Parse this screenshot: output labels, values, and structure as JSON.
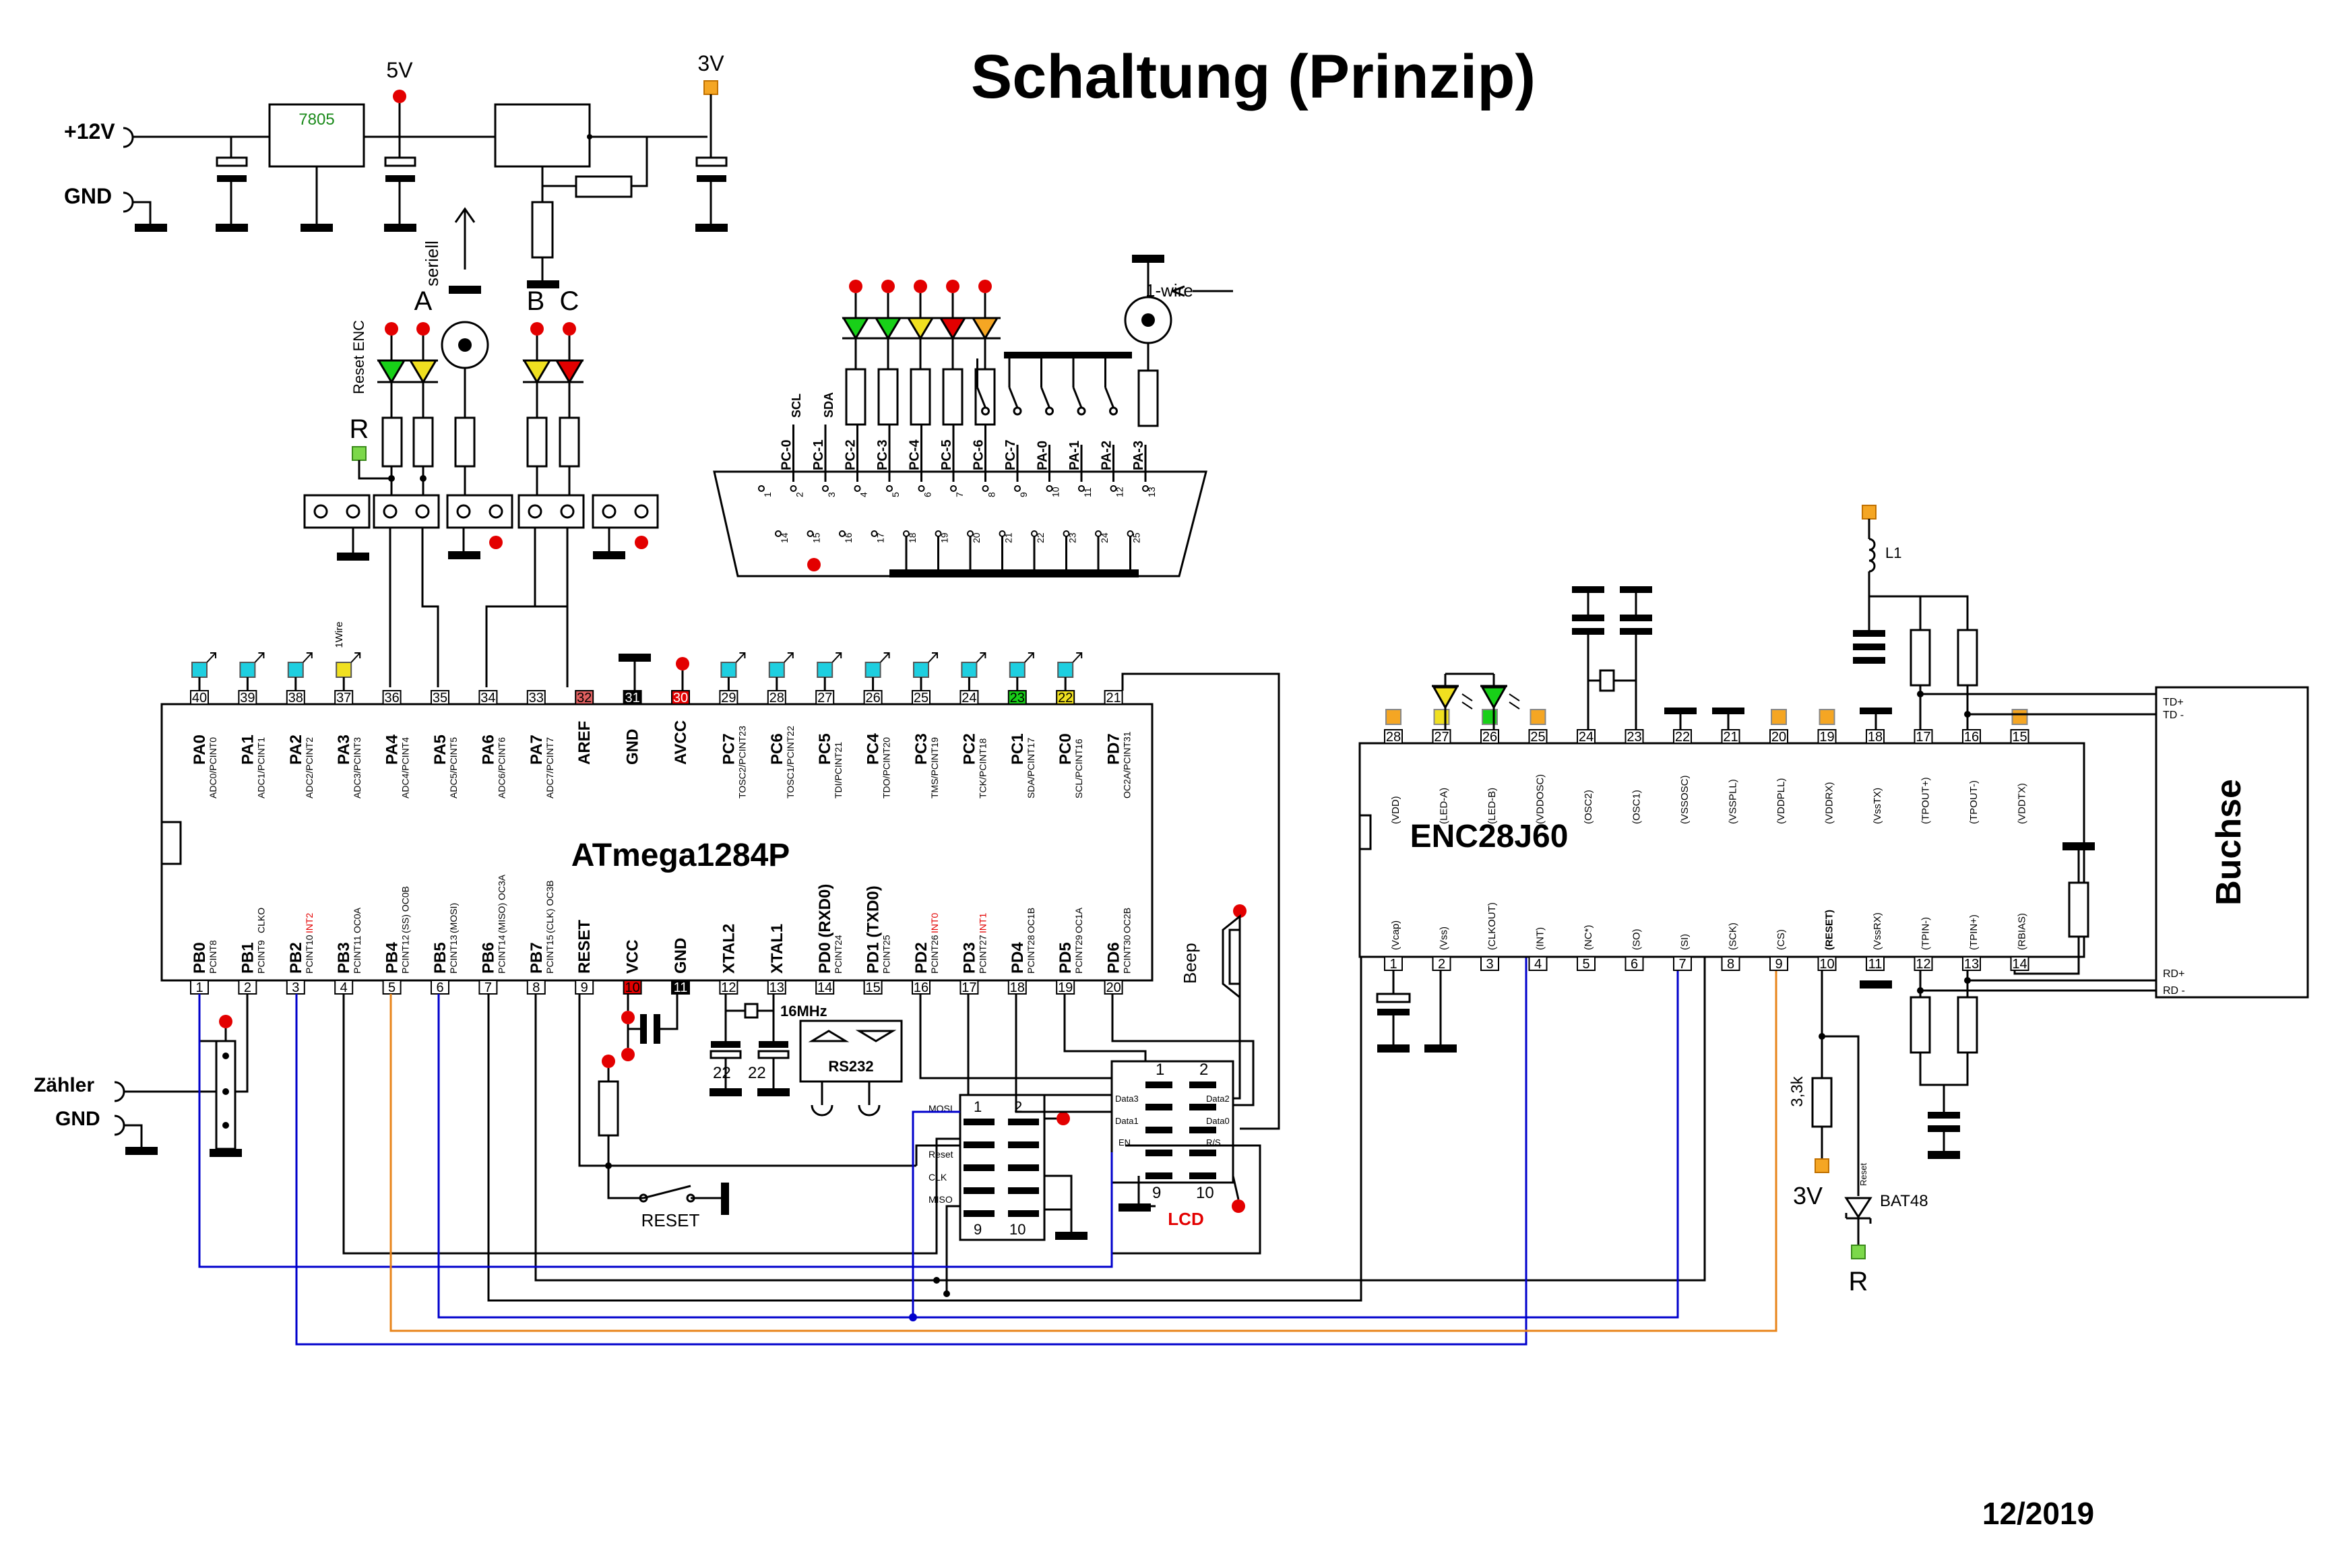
{
  "title": "Schaltung (Prinzip)",
  "date": "12/2019",
  "power": {
    "in_label": "+12V",
    "gnd_label": "GND",
    "regulator": "7805",
    "v5": "5V",
    "v3": "3V"
  },
  "labels": {
    "seriell": "seriell",
    "reset_enc": "Reset ENC",
    "r_label": "R",
    "a_label": "A",
    "b_label": "B",
    "c_label": "C",
    "onewire": "1-wire",
    "onewire_small": "1Wire",
    "scl": "SCL",
    "sda": "SDA",
    "zaehler": "Zähler",
    "gnd2": "GND",
    "reset_btn": "RESET",
    "crystal": "16MHz",
    "cap22a": "22",
    "cap22b": "22",
    "rs232": "RS232",
    "beep": "Beep",
    "lcd": "LCD",
    "l1": "L1",
    "r33k": "3,3k",
    "v3b": "3V",
    "bat48": "BAT48",
    "reset_small": "Reset",
    "r_bottom": "R",
    "buchse": "Buchse",
    "td_plus": "TD+",
    "td_minus": "TD -",
    "rd_plus": "RD+",
    "rd_minus": "RD -"
  },
  "atmega": {
    "name": "ATmega1284P",
    "top_pins": [
      {
        "num": "40",
        "name": "PA0",
        "sub": "ADC0/PCINT0"
      },
      {
        "num": "39",
        "name": "PA1",
        "sub": "ADC1/PCINT1"
      },
      {
        "num": "38",
        "name": "PA2",
        "sub": "ADC2/PCINT2"
      },
      {
        "num": "37",
        "name": "PA3",
        "sub": "ADC3/PCINT3"
      },
      {
        "num": "36",
        "name": "PA4",
        "sub": "ADC4/PCINT4"
      },
      {
        "num": "35",
        "name": "PA5",
        "sub": "ADC5/PCINT5"
      },
      {
        "num": "34",
        "name": "PA6",
        "sub": "ADC6/PCINT6"
      },
      {
        "num": "33",
        "name": "PA7",
        "sub": "ADC7/PCINT7"
      },
      {
        "num": "32",
        "name": "AREF",
        "sub": ""
      },
      {
        "num": "31",
        "name": "GND",
        "sub": ""
      },
      {
        "num": "30",
        "name": "AVCC",
        "sub": ""
      },
      {
        "num": "29",
        "name": "PC7",
        "sub": "TOSC2/PCINT23"
      },
      {
        "num": "28",
        "name": "PC6",
        "sub": "TOSC1/PCINT22"
      },
      {
        "num": "27",
        "name": "PC5",
        "sub": "TDI/PCINT21"
      },
      {
        "num": "26",
        "name": "PC4",
        "sub": "TDO/PCINT20"
      },
      {
        "num": "25",
        "name": "PC3",
        "sub": "TMS/PCINT19"
      },
      {
        "num": "24",
        "name": "PC2",
        "sub": "TCK/PCINT18"
      },
      {
        "num": "23",
        "name": "PC1",
        "sub": "SDA/PCINT17"
      },
      {
        "num": "22",
        "name": "PC0",
        "sub": "SCL/PCINT16"
      },
      {
        "num": "21",
        "name": "PD7",
        "sub": "OC2A/PCINT31"
      }
    ],
    "bottom_pins": [
      {
        "num": "1",
        "name": "PB0",
        "sub": "PCINT8",
        "alt": ""
      },
      {
        "num": "2",
        "name": "PB1",
        "sub": "PCINT9",
        "alt": "CLKO"
      },
      {
        "num": "3",
        "name": "PB2",
        "sub": "PCINT10",
        "alt": "INT2"
      },
      {
        "num": "4",
        "name": "PB3",
        "sub": "PCINT11",
        "alt": "OC0A"
      },
      {
        "num": "5",
        "name": "PB4",
        "sub": "PCINT12",
        "alt": "(SS) OC0B"
      },
      {
        "num": "6",
        "name": "PB5",
        "sub": "PCINT13",
        "alt": "(MOSI)"
      },
      {
        "num": "7",
        "name": "PB6",
        "sub": "PCINT14",
        "alt": "(MISO) OC3A"
      },
      {
        "num": "8",
        "name": "PB7",
        "sub": "PCINT15",
        "alt": "(CLK) OC3B"
      },
      {
        "num": "9",
        "name": "RESET",
        "sub": "",
        "alt": ""
      },
      {
        "num": "10",
        "name": "VCC",
        "sub": "",
        "alt": ""
      },
      {
        "num": "11",
        "name": "GND",
        "sub": "",
        "alt": ""
      },
      {
        "num": "12",
        "name": "XTAL2",
        "sub": "",
        "alt": ""
      },
      {
        "num": "13",
        "name": "XTAL1",
        "sub": "",
        "alt": ""
      },
      {
        "num": "14",
        "name": "PD0 (RXD0)",
        "sub": "PCINT24",
        "alt": ""
      },
      {
        "num": "15",
        "name": "PD1 (TXD0)",
        "sub": "PCINT25",
        "alt": ""
      },
      {
        "num": "16",
        "name": "PD2",
        "sub": "PCINT26",
        "alt": "INT0"
      },
      {
        "num": "17",
        "name": "PD3",
        "sub": "PCINT27",
        "alt": "INT1"
      },
      {
        "num": "18",
        "name": "PD4",
        "sub": "PCINT28",
        "alt": "OC1B"
      },
      {
        "num": "19",
        "name": "PD5",
        "sub": "PCINT29",
        "alt": "OC1A"
      },
      {
        "num": "20",
        "name": "PD6",
        "sub": "PCINT30",
        "alt": "OC2B"
      }
    ]
  },
  "enc": {
    "name": "ENC28J60",
    "top_pins": [
      {
        "num": "28",
        "name": "(VDD)"
      },
      {
        "num": "27",
        "name": "(LED-A)"
      },
      {
        "num": "26",
        "name": "(LED-B)"
      },
      {
        "num": "25",
        "name": "(VDDOSC)"
      },
      {
        "num": "24",
        "name": "(OSC2)"
      },
      {
        "num": "23",
        "name": "(OSC1)"
      },
      {
        "num": "22",
        "name": "(VSSOSC)"
      },
      {
        "num": "21",
        "name": "(VSSPLL)"
      },
      {
        "num": "20",
        "name": "(VDDPLL)"
      },
      {
        "num": "19",
        "name": "(VDDRX)"
      },
      {
        "num": "18",
        "name": "(VssTX)"
      },
      {
        "num": "17",
        "name": "(TPOUT+)"
      },
      {
        "num": "16",
        "name": "(TPOUT-)"
      },
      {
        "num": "15",
        "name": "(VDDTX)"
      }
    ],
    "bottom_pins": [
      {
        "num": "1",
        "name": "(Vcap)"
      },
      {
        "num": "2",
        "name": "(Vss)"
      },
      {
        "num": "3",
        "name": "(CLKOUT)"
      },
      {
        "num": "4",
        "name": "(INT)"
      },
      {
        "num": "5",
        "name": "(NC*)"
      },
      {
        "num": "6",
        "name": "(SO)"
      },
      {
        "num": "7",
        "name": "(SI)"
      },
      {
        "num": "8",
        "name": "(SCK)"
      },
      {
        "num": "9",
        "name": "(CS)"
      },
      {
        "num": "10",
        "name": "(RESET)"
      },
      {
        "num": "11",
        "name": "(VssRX)"
      },
      {
        "num": "12",
        "name": "(TPIN-)"
      },
      {
        "num": "13",
        "name": "(TPIN+)"
      },
      {
        "num": "14",
        "name": "(RBIAS)"
      }
    ]
  },
  "dsub": {
    "top_labels": [
      "PC-0",
      "PC-1",
      "PC-2",
      "PC-3",
      "PC-4",
      "PC-5",
      "PC-6",
      "PC-7",
      "PA-0",
      "PA-1",
      "PA-2",
      "PA-3"
    ],
    "top_pins": [
      "1",
      "2",
      "3",
      "4",
      "5",
      "6",
      "7",
      "8",
      "9",
      "10",
      "11",
      "12",
      "13"
    ],
    "bottom_pins": [
      "14",
      "15",
      "16",
      "17",
      "18",
      "19",
      "20",
      "21",
      "22",
      "23",
      "24",
      "25"
    ]
  },
  "isp": {
    "pin1": "1",
    "pin2": "2",
    "pin9": "9",
    "pin10": "10",
    "labels": [
      "MOSI",
      "Reset",
      "CLK",
      "MISO"
    ]
  },
  "lcd_conn": {
    "pin1": "1",
    "pin2": "2",
    "pin9": "9",
    "pin10": "10",
    "left": [
      "Data3",
      "Data1",
      "EN"
    ],
    "right": [
      "Data2",
      "Data0",
      "R/S"
    ]
  },
  "colors": {
    "red": "#e30000",
    "orange": "#f5a623",
    "cyan": "#1ecfe0",
    "yellow": "#f0e020",
    "green": "#18d018",
    "blue_wire": "#0000cc",
    "orange_wire": "#e8841a"
  }
}
